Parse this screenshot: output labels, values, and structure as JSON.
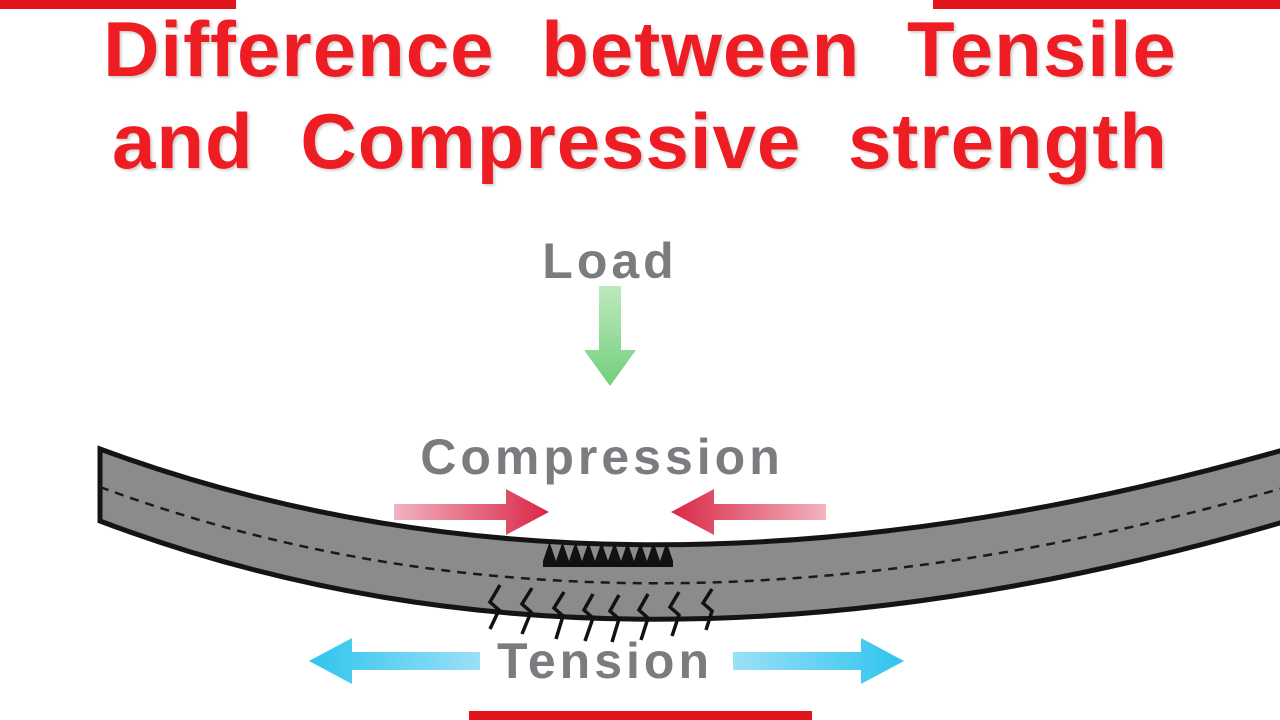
{
  "slide": {
    "title_line1": "Difference between Tensile",
    "title_line2": "and Compressive strength",
    "title_color": "#ee1c23",
    "background_color": "#ffffff",
    "frame_fragment_color": "#e1151b"
  },
  "diagram": {
    "load_label": "Load",
    "compression_label": "Compression",
    "tension_label": "Tension",
    "label_color": "#7b7c7f",
    "beam": {
      "fill": "#8b8b8d",
      "outline": "#141414",
      "centerline_style": "dashed",
      "features": [
        "buckling-zigzag-top-center",
        "tension-cracks-bottom-center"
      ]
    },
    "arrows": {
      "load": {
        "direction": "down",
        "color_start": "#bfe9bd",
        "color_end": "#72cf7c"
      },
      "compression_left": {
        "direction": "right-inward",
        "color_tail": "#f2b3c0",
        "color_tip": "#d92746"
      },
      "compression_right": {
        "direction": "left-inward",
        "color_tail": "#f2b3c0",
        "color_tip": "#d92746"
      },
      "tension_left": {
        "direction": "left-outward",
        "color_tail": "#9be0f6",
        "color_tip": "#2fc4ee"
      },
      "tension_right": {
        "direction": "right-outward",
        "color_tail": "#9be0f6",
        "color_tip": "#2fc4ee"
      }
    }
  }
}
